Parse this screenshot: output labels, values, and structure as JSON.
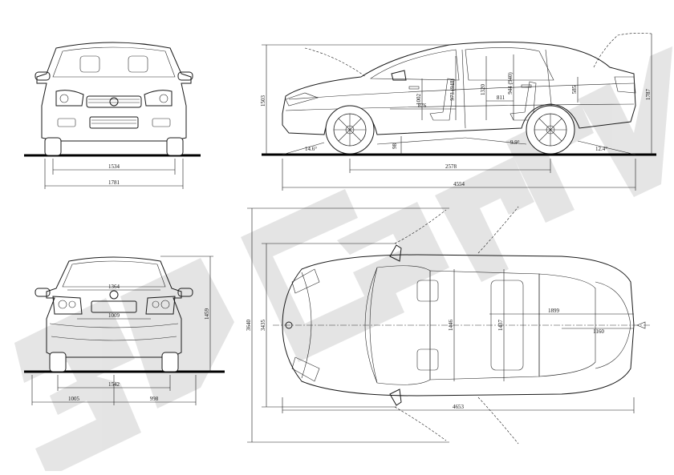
{
  "watermark": {
    "text": "3DCar.ru",
    "color": "#c8c8c8"
  },
  "front_view": {
    "dims": {
      "track": "1534",
      "width": "1781"
    }
  },
  "side_view": {
    "dims": {
      "height": "1503",
      "height_rear": "1787",
      "wheelbase": "2578",
      "length": "4554",
      "approach_angle": "14.6°",
      "departure_angle": "12.4°",
      "ramp_angle": "9.9°",
      "ground_clearance": "98",
      "front_headroom": "1002",
      "front_seat_height": "973 (948)",
      "interior_length_front": "876",
      "rear_headroom": "1320",
      "interior_length_rear": "811",
      "rear_seat_height": "944 (940)",
      "trunk_height": "585"
    }
  },
  "rear_view": {
    "dims": {
      "rear_track_upper": "1364",
      "rear_width_inner": "1009",
      "height": "1459",
      "rear_track": "1542",
      "left_width": "1005",
      "right_width": "998"
    }
  },
  "top_view": {
    "dims": {
      "overall_length": "4653",
      "width_mirrors": "3640",
      "width_body": "3435",
      "front_shoulder": "1446",
      "rear_shoulder": "1437",
      "trunk_length": "1899",
      "trunk_width": "1160"
    }
  }
}
